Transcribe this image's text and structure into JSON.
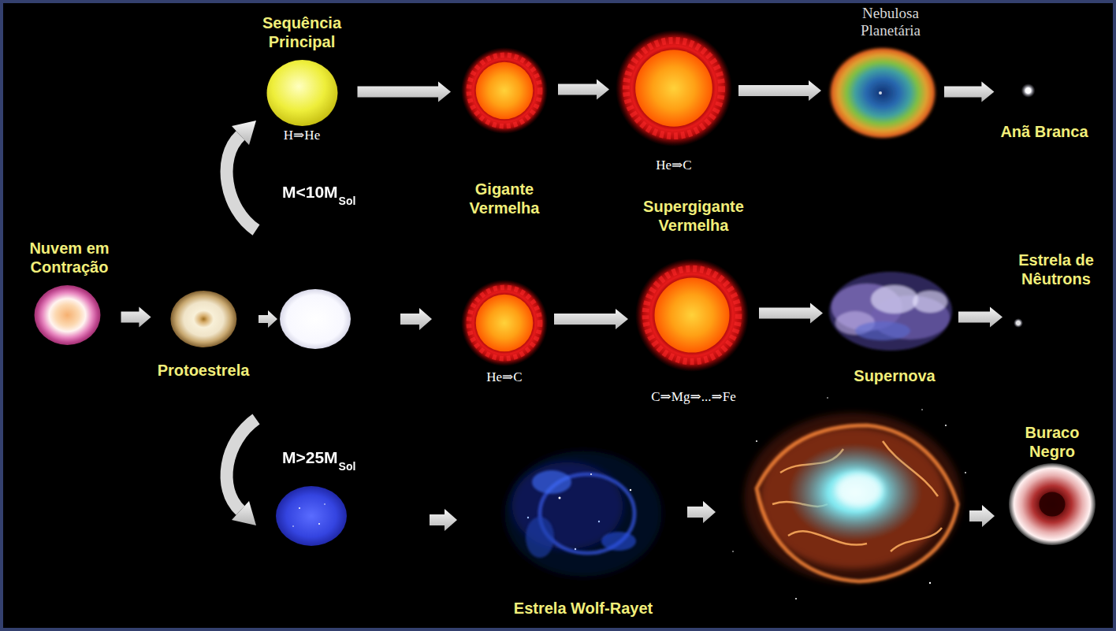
{
  "diagram": {
    "nodes": [
      {
        "text": [
          "Sequência Principal",
          "H⇒He"
        ]
      },
      {
        "text": [
          "Gigante Vermelha"
        ]
      },
      {
        "text": [
          "He⇒C"
        ]
      },
      {
        "text": [
          "Nebulosa Planetária"
        ]
      },
      {
        "text": [
          "Anã Branca"
        ]
      },
      {
        "text": [
          "Nuvem em Contração"
        ]
      },
      {
        "text": [
          "Protoestrela"
        ]
      },
      {
        "text": [
          "He⇒C"
        ]
      },
      {
        "text": [
          "Supergigante Vermelha",
          "C⇒Mg⇒...⇒Fe"
        ]
      },
      {
        "text": [
          "Supernova"
        ]
      },
      {
        "text": [
          "Estrela de Nêutrons"
        ]
      },
      {
        "text": [
          "Estrela Wolf-Rayet"
        ]
      },
      {
        "text": [
          "Buraco Negro"
        ]
      }
    ],
    "edges": [
      {
        "from": 0,
        "to": 1,
        "arrow": "to"
      },
      {
        "from": 1,
        "to": 2,
        "arrow": "to"
      },
      {
        "from": 2,
        "to": 3,
        "arrow": "to"
      },
      {
        "from": 3,
        "to": 4,
        "arrow": "to"
      },
      {
        "from": 5,
        "to": 6,
        "arrow": "to"
      },
      {
        "from": 7,
        "to": 8,
        "arrow": "to"
      },
      {
        "from": 8,
        "to": 9,
        "arrow": "to"
      },
      {
        "from": 9,
        "to": 10,
        "arrow": "to"
      }
    ],
    "labels": [
      "M<10M",
      "Sol",
      "M>25M",
      "Sol"
    ]
  }
}
